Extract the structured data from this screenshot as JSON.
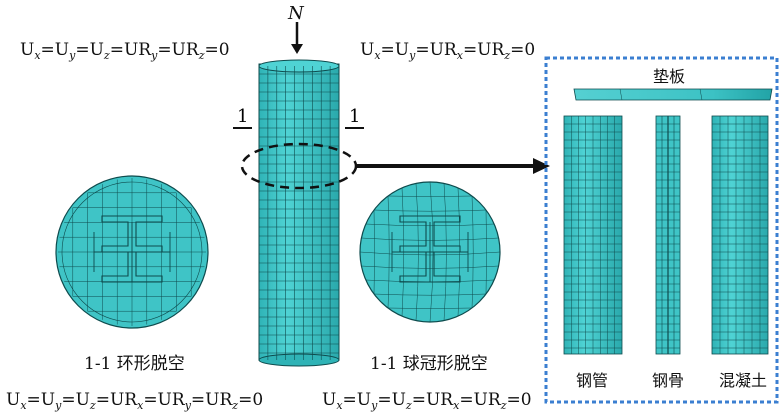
{
  "load_label": "N",
  "section_mark": "1",
  "bc_top_left": [
    "U",
    "x",
    "=U",
    "y",
    "=U",
    "z",
    "=UR",
    "y",
    "=UR",
    "z",
    "=0"
  ],
  "bc_top_right": [
    "U",
    "x",
    "=U",
    "y",
    "=UR",
    "x",
    "=UR",
    "z",
    "=0"
  ],
  "bc_bottom_left": [
    "U",
    "x",
    "=U",
    "y",
    "=U",
    "z",
    "=UR",
    "x",
    "=UR",
    "y",
    "=UR",
    "z",
    "=0"
  ],
  "bc_bottom_right": [
    "U",
    "x",
    "=U",
    "y",
    "=U",
    "z",
    "=UR",
    "x",
    "=UR",
    "z",
    "=0"
  ],
  "caption_ring": "1-1 环形脱空",
  "caption_crown": "1-1 球冠形脱空",
  "part_plate": "垫板",
  "part_steel_tube": "钢管",
  "part_steel_skeleton": "钢骨",
  "part_concrete": "混凝土",
  "colors": {
    "mesh_fill": "#3fc4c6",
    "mesh_line": "#0e4b4d",
    "frame": "#3b7fd1",
    "ink": "#111111"
  }
}
